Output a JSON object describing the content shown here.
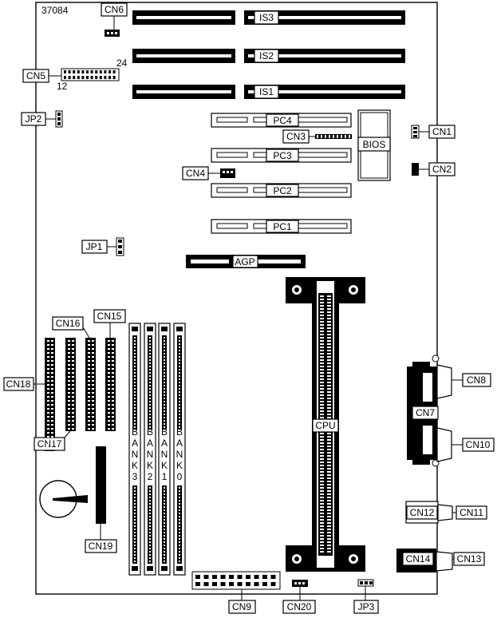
{
  "board_id": "37084",
  "isa_slots": [
    "IS3",
    "IS2",
    "IS1"
  ],
  "pci_slots": [
    "PC4",
    "PC3",
    "PC2",
    "PC1"
  ],
  "agp_slot": "AGP",
  "bios_label": "BIOS",
  "cpu_label": "CPU",
  "memory_banks": [
    {
      "name": "BANK3",
      "chars": [
        "B",
        "A",
        "N",
        "K",
        "3"
      ]
    },
    {
      "name": "BANK2",
      "chars": [
        "B",
        "A",
        "N",
        "K",
        "2"
      ]
    },
    {
      "name": "BANK1",
      "chars": [
        "B",
        "A",
        "N",
        "K",
        "1"
      ]
    },
    {
      "name": "BANK0",
      "chars": [
        "B",
        "A",
        "N",
        "K",
        "0"
      ]
    }
  ],
  "cn5_pin_labels": {
    "start": "12",
    "end": "24"
  },
  "connectors": {
    "cn1": "CN1",
    "cn2": "CN2",
    "cn3": "CN3",
    "cn4": "CN4",
    "cn5": "CN5",
    "cn6": "CN6",
    "cn7": "CN7",
    "cn8": "CN8",
    "cn9": "CN9",
    "cn10": "CN10",
    "cn11": "CN11",
    "cn12": "CN12",
    "cn13": "CN13",
    "cn14": "CN14",
    "cn15": "CN15",
    "cn16": "CN16",
    "cn17": "CN17",
    "cn18": "CN18",
    "cn19": "CN19",
    "cn20": "CN20"
  },
  "jumpers": {
    "jp1": "JP1",
    "jp2": "JP2",
    "jp3": "JP3"
  }
}
